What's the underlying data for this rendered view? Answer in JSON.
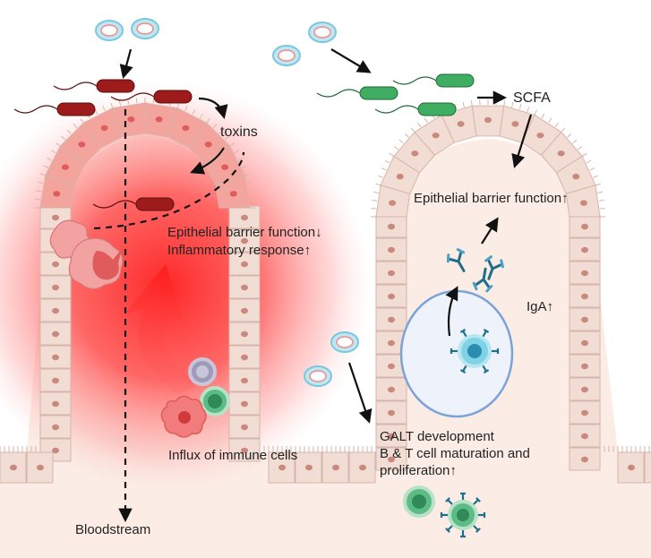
{
  "labels": {
    "toxins": "toxins",
    "scfa": "SCFA",
    "barrier_down": "Epithelial barrier function↓",
    "inflammatory_up": "Inflammatory  response↑",
    "barrier_up": "Epithelial barrier function↑",
    "iga_up": "IgA↑",
    "galt_line1": "GALT development",
    "galt_line2": "B & T cell maturation and",
    "galt_line3": "proliferation↑",
    "influx": "Influx of immune cells",
    "bloodstream": "Bloodstream"
  },
  "colors": {
    "inflammation": "#ff2a2a",
    "harmful_bacteria": "#9e1b1b",
    "beneficial_bacteria": "#3fae63",
    "tissue": "#f2ddd5",
    "cell_border": "#d7b5aa",
    "nucleus": "#c9897d",
    "antibody": "#1f6f8b",
    "galt": "#eef3fb"
  }
}
